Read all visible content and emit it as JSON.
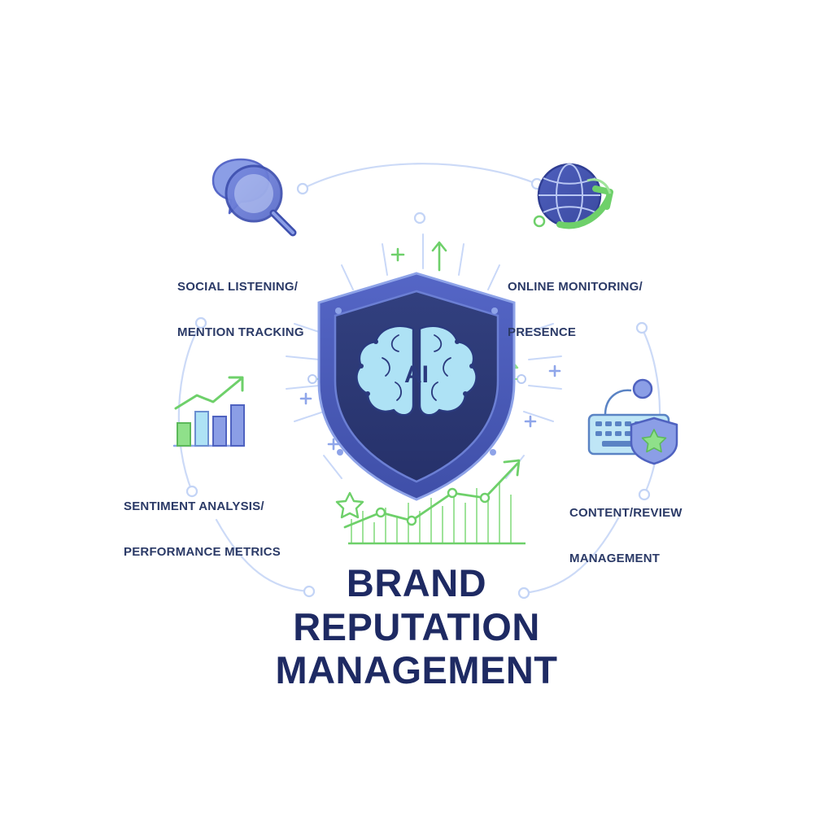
{
  "palette": {
    "background": "#ffffff",
    "navy": "#1e2a63",
    "label_text": "#2b3a67",
    "shield_outer": "#4657b4",
    "shield_inner": "#2b3a7e",
    "shield_edge": "#8ea3e8",
    "brain_fill": "#aee2f5",
    "brain_line": "#2b3a7e",
    "green": "#6ed06a",
    "light_green": "#8fe08a",
    "light_blue": "#bcd0f7",
    "pale_blue": "#dbe6fb",
    "arc": "#ccdaf7"
  },
  "title": {
    "line1": "BRAND",
    "line2": "REPUTATION",
    "line3": "MANAGEMENT"
  },
  "center": {
    "badge_text": "AI",
    "icon": "shield-brain-icon"
  },
  "nodes": [
    {
      "id": "social-listening",
      "icon": "magnifier-chat-bubble-icon",
      "label_line1": "SOCIAL LISTENING/",
      "label_line2": "MENTION TRACKING"
    },
    {
      "id": "online-monitoring",
      "icon": "globe-arrow-icon",
      "label_line1": "ONLINE MONITORING/",
      "label_line2": "PRESENCE"
    },
    {
      "id": "sentiment-analysis",
      "icon": "bar-chart-trend-icon",
      "label_line1": "SENTIMENT ANALYSIS/",
      "label_line2": "PERFORMANCE METRICS"
    },
    {
      "id": "content-review",
      "icon": "keyboard-shield-icon",
      "label_line1": "CONTENT/REVIEW",
      "label_line2": "MANAGEMENT"
    }
  ]
}
